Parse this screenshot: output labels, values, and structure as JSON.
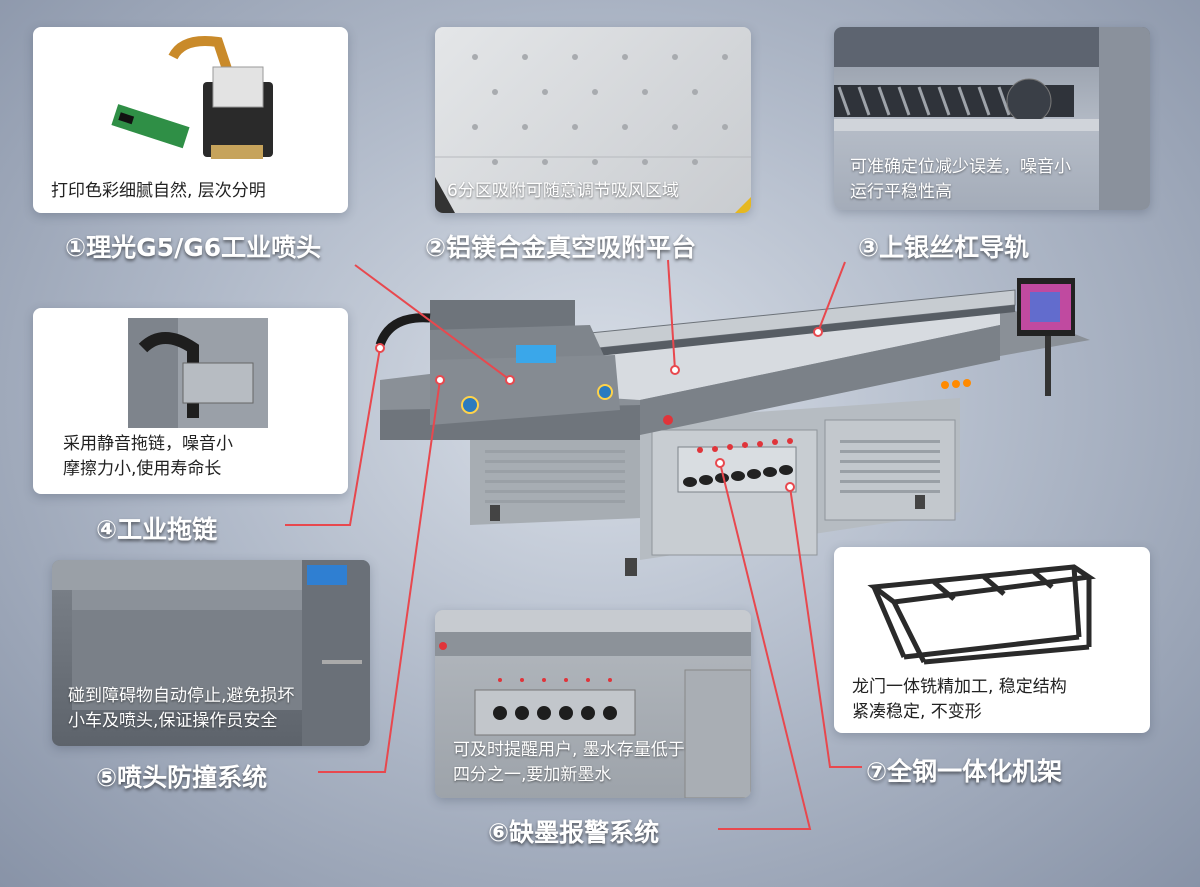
{
  "features": [
    {
      "title": "①理光G5/G6工业喷头",
      "caption": [
        "打印色彩细腻自然, 层次分明"
      ],
      "icon": "printhead-photo"
    },
    {
      "title": "②铝镁合金真空吸附平台",
      "caption": [
        "6分区吸附可随意调节吸风区域"
      ],
      "icon": "vacuum-table-photo"
    },
    {
      "title": "③上银丝杠导轨",
      "caption": [
        "可准确定位减少误差，噪音小",
        "运行平稳性高"
      ],
      "icon": "screw-rail-photo"
    },
    {
      "title": "④工业拖链",
      "caption": [
        "采用静音拖链，噪音小",
        "摩擦力小,使用寿命长"
      ],
      "icon": "drag-chain-photo"
    },
    {
      "title": "⑤喷头防撞系统",
      "caption": [
        "碰到障碍物自动停止,避免损坏",
        "小车及喷头,保证操作员安全"
      ],
      "icon": "anti-collision-photo"
    },
    {
      "title": "⑥缺墨报警系统",
      "caption": [
        "可及时提醒用户, 墨水存量低于",
        "四分之一,要加新墨水"
      ],
      "icon": "ink-alarm-photo"
    },
    {
      "title": "⑦全钢一体化机架",
      "caption": [
        "龙门一体铣精加工, 稳定结构",
        "紧凑稳定, 不变形"
      ],
      "icon": "steel-frame-photo"
    }
  ],
  "colors": {
    "leader_line": "#e8484e",
    "machine": "#8d949c",
    "accent": "#1a8fe3"
  }
}
